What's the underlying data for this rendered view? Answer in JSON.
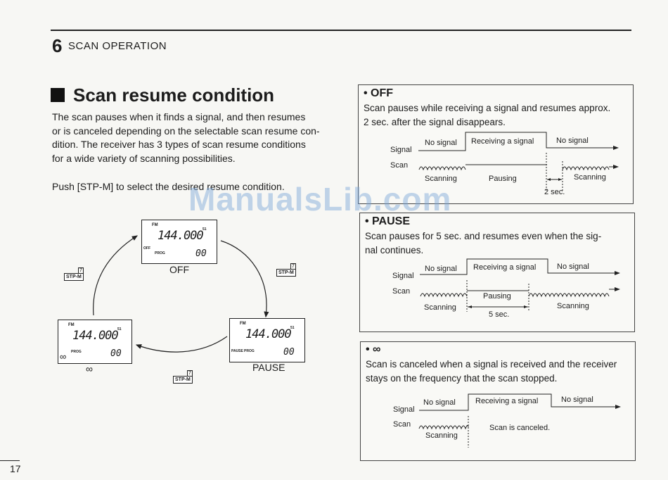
{
  "chapter": {
    "number": "6",
    "title": "SCAN OPERATION"
  },
  "heading": "Scan resume condition",
  "intro_lines": [
    "The scan pauses when it finds a signal, and then resumes",
    "or is canceled depending on the selectable scan resume con-",
    "dition.  The receiver has 3 types of scan resume conditions",
    "for a wide variety of scanning possibilities."
  ],
  "push_text": "Push [STP-M] to select the desired resume condition.",
  "watermark": "ManualsLib.com",
  "page_number": "17",
  "lcd": {
    "band": "FM",
    "frequency": "144.000",
    "channel": "00",
    "prog": "PROG",
    "off_tag": "OFF",
    "pause_tag": "PAUSE",
    "infinity": "∞",
    "sub": "51"
  },
  "diagram_labels": {
    "off": "OFF",
    "pause": "PAUSE",
    "infinity": "∞"
  },
  "key": {
    "label": "STP-M",
    "sup": "7"
  },
  "panels": {
    "off": {
      "title": "• OFF",
      "desc": [
        "Scan pauses while receiving a signal and resumes approx.",
        "2 sec. after the signal disappears."
      ],
      "no_signal_1": "No signal",
      "receiving": "Receiving a signal",
      "no_signal_2": "No signal",
      "signal": "Signal",
      "scan": "Scan",
      "scanning_1": "Scanning",
      "pausing": "Pausing",
      "scanning_2": "Scanning",
      "delay": "2 sec."
    },
    "pause": {
      "title": "• PAUSE",
      "desc": [
        "Scan pauses for 5 sec. and resumes even when the sig-",
        "nal continues."
      ],
      "no_signal_1": "No signal",
      "receiving": "Receiving a signal",
      "no_signal_2": "No signal",
      "signal": "Signal",
      "scan": "Scan",
      "scanning_1": "Scanning",
      "pausing": "Pausing",
      "scanning_2": "Scanning",
      "delay": "5 sec."
    },
    "infinity": {
      "title": "• ∞",
      "desc": [
        "Scan is canceled when a signal is received and the receiver",
        "stays on the frequency that the scan stopped."
      ],
      "no_signal_1": "No signal",
      "receiving": "Receiving a signal",
      "no_signal_2": "No signal",
      "signal": "Signal",
      "scan": "Scan",
      "scanning_1": "Scanning",
      "canceled": "Scan is canceled."
    }
  }
}
